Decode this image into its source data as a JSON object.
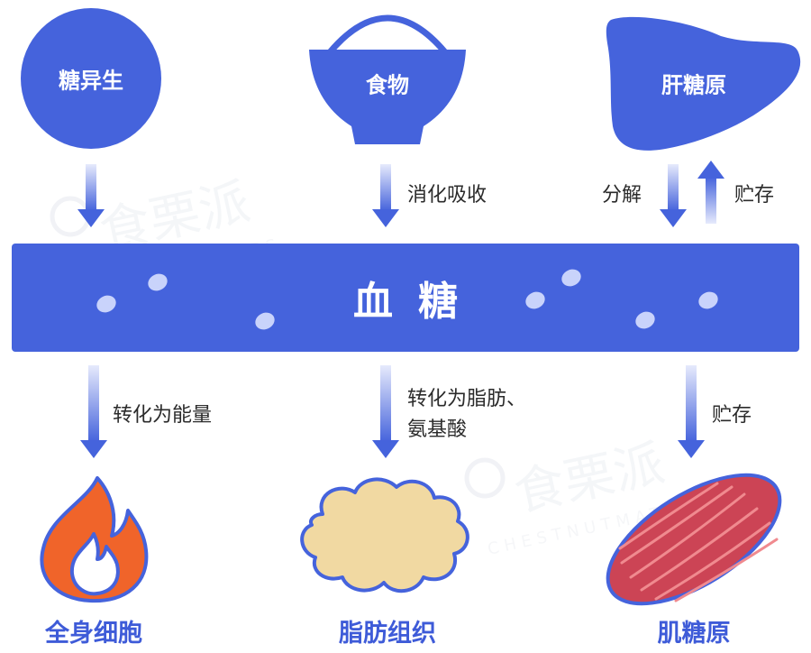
{
  "colors": {
    "primary": "#4563dc",
    "arrow_light": "#dfe5fb",
    "band": "#4563dc",
    "dots": "#c9d3fb",
    "flame": "#f0642a",
    "fat": "#f1d9a2",
    "muscle": "#cc4455",
    "watermark": "#eceff4"
  },
  "sources": {
    "gluconeogenesis": "糖异生",
    "food": "食物",
    "liver_glycogen": "肝糖原"
  },
  "arrows": {
    "digest": "消化吸收",
    "decompose": "分解",
    "store_top": "贮存",
    "to_energy": "转化为能量",
    "to_fat_line1": "转化为脂肪、",
    "to_fat_line2": "氨基酸",
    "store_bottom": "贮存"
  },
  "blood_sugar": "血糖",
  "targets": {
    "cells": "全身细胞",
    "adipose": "脂肪组织",
    "muscle_glycogen": "肌糖原"
  },
  "watermark": {
    "name": "食栗派",
    "sub": "CHESTNUTMATES"
  }
}
